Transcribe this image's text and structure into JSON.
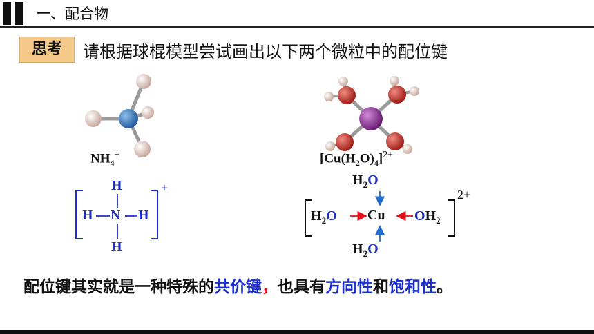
{
  "header": {
    "title": "一、配合物"
  },
  "think": {
    "label": "思考",
    "prompt": "请根据球棍模型尝试画出以下两个微粒中的配位键"
  },
  "nh4": {
    "formula_main": "NH",
    "formula_sub": "4",
    "formula_sup": "+",
    "atoms": {
      "top": "H",
      "left": "H",
      "center": "N",
      "right": "H",
      "bottom": "H"
    },
    "charge": "+"
  },
  "cu": {
    "formula_pre": "[Cu(H",
    "formula_sub1": "2",
    "formula_mid": "O)",
    "formula_sub2": "4",
    "formula_post": "]",
    "formula_sup": "2+",
    "top": {
      "h": "H",
      "h_sub": "2",
      "o": "O"
    },
    "left": {
      "h": "H",
      "h_sub": "2",
      "o": "O"
    },
    "center": "Cu",
    "right": {
      "o": "O",
      "h": "H",
      "h_sub": "2"
    },
    "bottom": {
      "h": "H",
      "h_sub": "2",
      "o": "O"
    },
    "charge": "2+"
  },
  "summary": {
    "part1": "配位键其实就是一种特殊的",
    "part2": "共价键",
    "part3": "，",
    "part4": "也具有",
    "part5": "方向性",
    "part6": "和",
    "part7": "饱和性",
    "part8": "。"
  },
  "colors": {
    "blue": "#1f2ec7",
    "red": "#e0101a",
    "badge": "#f5c98a",
    "o_atom": "#d84a42",
    "h_atom": "#f0d8d0",
    "n_atom": "#3b7fc9",
    "cu_atom": "#9b3fa0"
  }
}
